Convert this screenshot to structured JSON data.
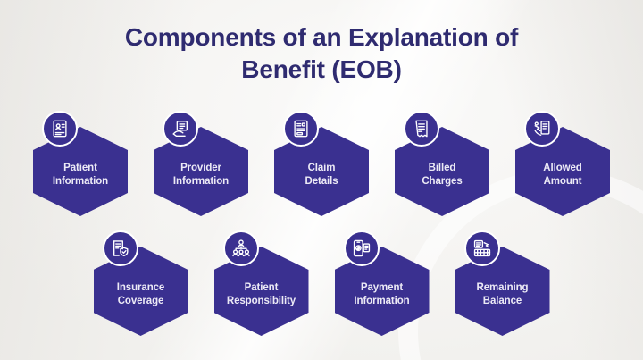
{
  "title": {
    "line1": "Components of an Explanation of",
    "line2": "Benefit (EOB)",
    "full": "Components of an Explanation of Benefit (EOB)"
  },
  "colors": {
    "background": "#f2f1ef",
    "title_text": "#2f2b70",
    "hexagon_fill": "#3a3090",
    "hexagon_label_text": "#eceaf6",
    "icon_badge_border": "#ffffff"
  },
  "rows": [
    {
      "row_index": 1,
      "items": [
        {
          "label": "Patient\nInformation",
          "icon": "patient-id-card-icon"
        },
        {
          "label": "Provider\nInformation",
          "icon": "provider-document-icon"
        },
        {
          "label": "Claim\nDetails",
          "icon": "claim-form-icon"
        },
        {
          "label": "Billed\nCharges",
          "icon": "invoice-receipt-icon"
        },
        {
          "label": "Allowed\nAmount",
          "icon": "allowed-amount-document-icon"
        }
      ]
    },
    {
      "row_index": 2,
      "items": [
        {
          "label": "Insurance\nCoverage",
          "icon": "insurance-shield-check-icon"
        },
        {
          "label": "Patient\nResponsibility",
          "icon": "people-group-icon"
        },
        {
          "label": "Payment\nInformation",
          "icon": "mobile-payment-icon"
        },
        {
          "label": "Remaining\nBalance",
          "icon": "remaining-balance-icon"
        }
      ]
    }
  ]
}
